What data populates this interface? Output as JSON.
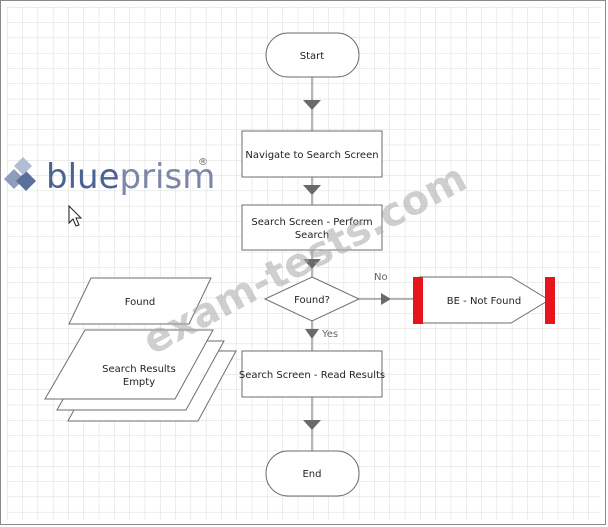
{
  "logo": {
    "part1": "blue",
    "part2": "prism",
    "mark": "®"
  },
  "watermark": "exam-tests.com",
  "flow": {
    "start": "Start",
    "navigate": "Navigate to Search Screen",
    "perform_line1": "Search Screen - Perform",
    "perform_line2": "Search",
    "decision": "Found?",
    "no_label": "No",
    "yes_label": "Yes",
    "exception": "BE - Not Found",
    "read_results": "Search Screen - Read Results",
    "end": "End"
  },
  "data_items": {
    "found": "Found",
    "collection_line1": "Search Results",
    "collection_line2": "Empty"
  },
  "colors": {
    "grid": "#d9d9d9",
    "shape_stroke": "#6e6e6e",
    "arrow": "#6a6a6a",
    "exception_bar": "#e8141b",
    "logo": "#4a6294"
  },
  "icons": {
    "cursor": "mouse-pointer-icon"
  }
}
